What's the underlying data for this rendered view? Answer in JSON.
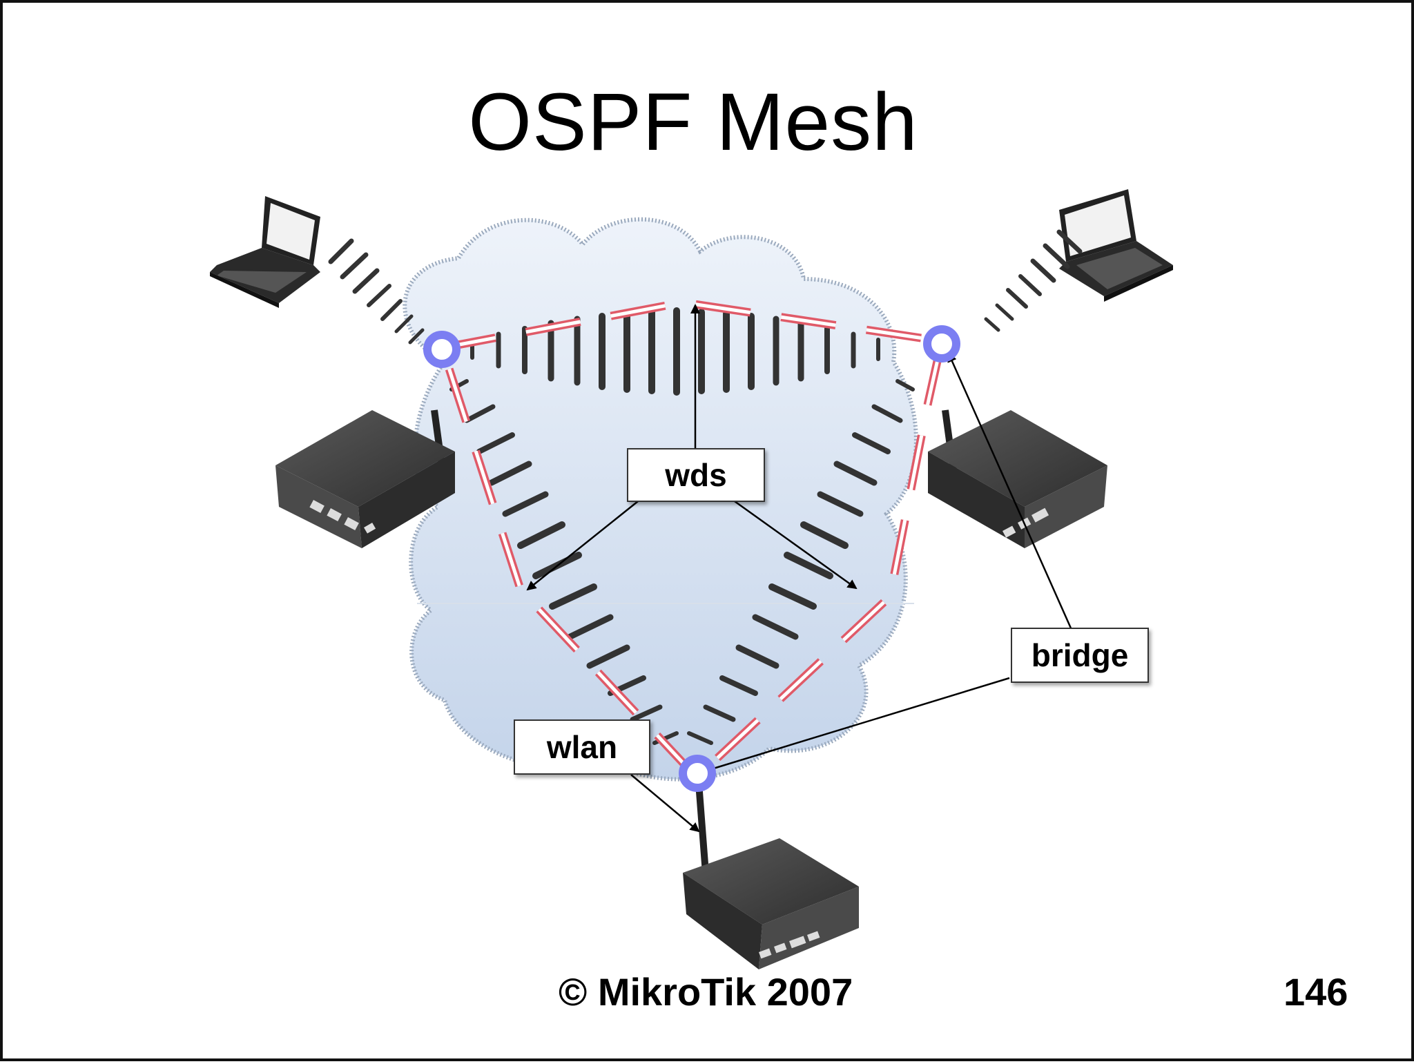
{
  "slide": {
    "title": "OSPF Mesh",
    "footer": "© MikroTik 2007",
    "page_number": "146"
  },
  "labels": {
    "wds": "wds",
    "bridge": "bridge",
    "wlan": "wlan"
  },
  "colors": {
    "cloud_fill": "#d7e3f2",
    "cloud_edge": "#8aa0bd",
    "mesh_dash": "#e05a68",
    "node_ring": "#7b7ef2",
    "router_body": "#3d3d3d",
    "arrow": "#000000"
  },
  "icons": [
    "laptop-icon",
    "router-icon",
    "antenna-icon",
    "cloud-icon",
    "wireless-signal-icon"
  ]
}
